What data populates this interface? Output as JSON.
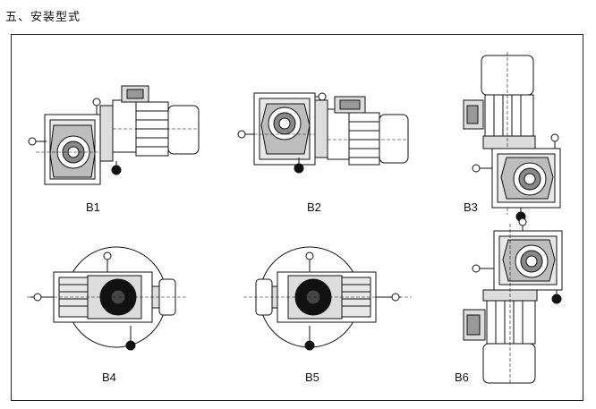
{
  "title": "五、安装型式",
  "labels": {
    "b1": "B1",
    "b2": "B2",
    "b3": "B3",
    "b4": "B4",
    "b5": "B5",
    "b6": "B6"
  }
}
